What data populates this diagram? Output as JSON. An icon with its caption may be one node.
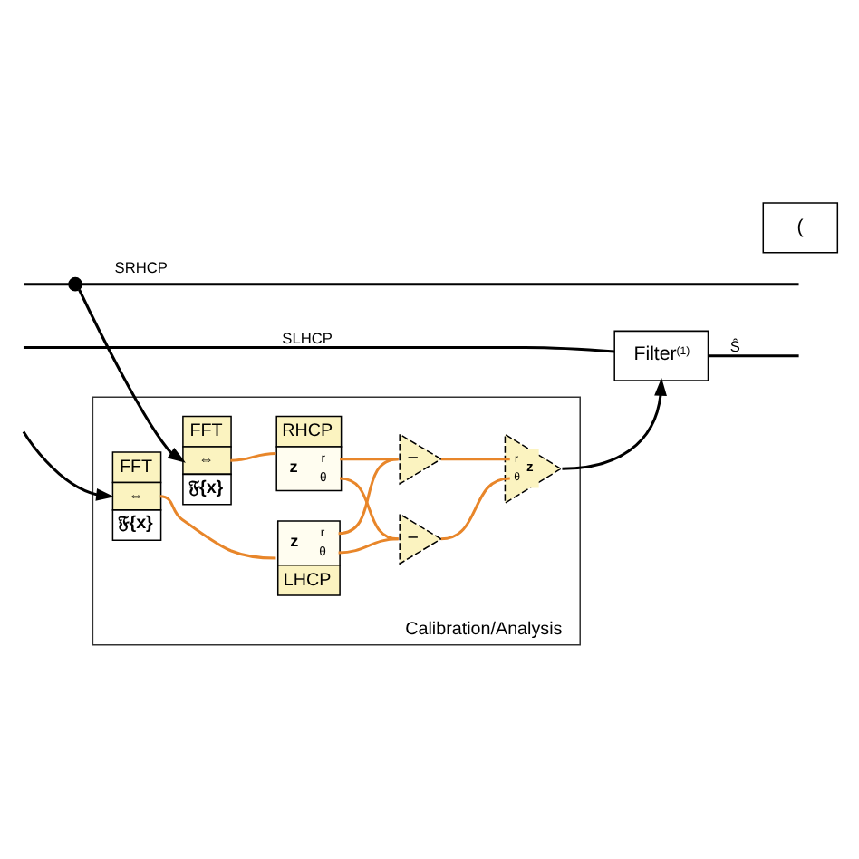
{
  "diagram": {
    "nodes": [
      {
        "text": [],
        "shape": "circle"
      },
      {
        "text": [
          "Filter$^{(1)}$"
        ]
      },
      {
        "text": [
          "Calibration/Analysis"
        ]
      },
      {
        "text": [
          "FFT",
          "⇔",
          "𝔉{x}"
        ],
        "in": 2
      },
      {
        "text": [
          "RHCP",
          "z",
          "r",
          "θ"
        ],
        "in": 2
      },
      {
        "text": [
          "FFT",
          "⇔",
          "𝔉{x}"
        ],
        "in": 2
      },
      {
        "text": [
          "z",
          "r",
          "θ",
          "LHCP"
        ],
        "in": 2
      },
      {
        "text": [
          "−"
        ],
        "in": 2
      },
      {
        "text": [
          "−"
        ],
        "in": 2
      },
      {
        "text": [
          "r",
          "θ",
          "z"
        ],
        "in": 2
      },
      {
        "text": [
          "("
        ]
      }
    ],
    "edges": [
      {
        "from": 0,
        "to": null,
        "arrow": "none",
        "label": "SRHCP",
        "color": "#000000"
      },
      {
        "from": null,
        "to": 0,
        "arrow": "none",
        "color": "#000000"
      },
      {
        "from": 0,
        "to": 3,
        "arrow": "to",
        "color": "#000000"
      },
      {
        "from": null,
        "to": 1,
        "arrow": "none",
        "label": "SLHCP",
        "color": "#000000"
      },
      {
        "from": 1,
        "to": null,
        "arrow": "none",
        "label": "Ŝ",
        "color": "#000000"
      },
      {
        "from": null,
        "to": 5,
        "arrow": "to",
        "color": "#000000"
      },
      {
        "from": 3,
        "to": 4,
        "arrow": "none",
        "color": "#e8862a"
      },
      {
        "from": 5,
        "to": 6,
        "arrow": "none",
        "color": "#e8862a"
      },
      {
        "from": 4,
        "to": 7,
        "arrow": "none",
        "color": "#e8862a"
      },
      {
        "from": 4,
        "to": 8,
        "arrow": "none",
        "color": "#e8862a"
      },
      {
        "from": 6,
        "to": 7,
        "arrow": "none",
        "color": "#e8862a"
      },
      {
        "from": 6,
        "to": 8,
        "arrow": "none",
        "color": "#e8862a"
      },
      {
        "from": 7,
        "to": 9,
        "arrow": "none",
        "color": "#e8862a"
      },
      {
        "from": 8,
        "to": 9,
        "arrow": "none",
        "color": "#e8862a"
      },
      {
        "from": 9,
        "to": 1,
        "arrow": "to",
        "color": "#000000"
      }
    ]
  }
}
